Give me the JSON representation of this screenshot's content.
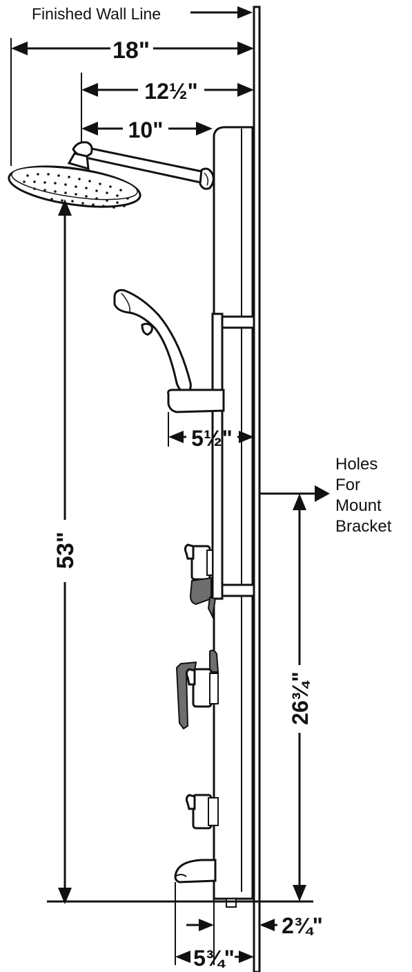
{
  "labels": {
    "finished_wall_line": "Finished Wall Line",
    "holes_line1": "Holes",
    "holes_line2": "For",
    "holes_line3": "Mount",
    "holes_line4": "Bracket"
  },
  "dimensions": {
    "d18": "18\"",
    "d12_5": "12½\"",
    "d10": "10\"",
    "d5_5": "5½\"",
    "d53": "53\"",
    "d26_75": "26¾\"",
    "d2_75": "2¾\"",
    "d5_75": "5¾\""
  }
}
